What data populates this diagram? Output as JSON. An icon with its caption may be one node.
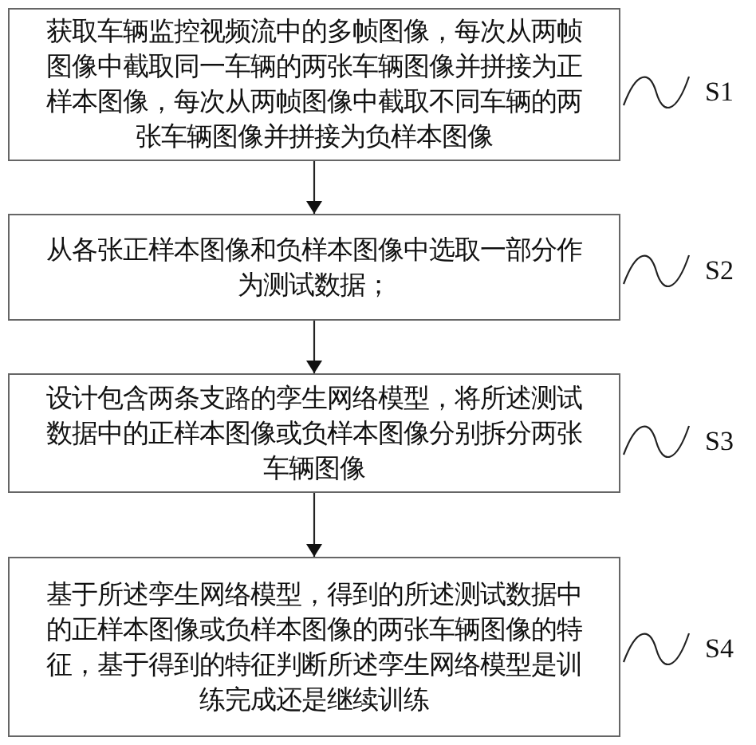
{
  "diagram": {
    "nodes": [
      {
        "text": [
          "获取车辆监控视频流中的多帧图像，每次从两帧图像中截取同一车辆的两张车辆图像并拼接为正样本图像，每次从两帧图像中截取不同车辆的两张车辆图像并拼接为负样本图像"
        ]
      },
      {
        "text": [
          "从各张正样本图像和负样本图像中选取一部分作为测试数据；"
        ]
      },
      {
        "text": [
          "设计包含两条支路的孪生网络模型，将所述测试数据中的正样本图像或负样本图像分别拆分两张车辆图像"
        ]
      },
      {
        "text": [
          "基于所述孪生网络模型，得到的所述测试数据中的正样本图像或负样本图像的两张车辆图像的特征，基于得到的特征判断所述孪生网络模型是训练完成还是继续训练"
        ]
      },
      {
        "text": [
          "S1"
        ]
      },
      {
        "text": [
          "S2"
        ]
      },
      {
        "text": [
          "S3"
        ]
      },
      {
        "text": [
          "S4"
        ]
      }
    ],
    "edges": [
      {
        "from": 0,
        "to": 1,
        "arrow": "to"
      },
      {
        "from": 1,
        "to": 2,
        "arrow": "to"
      },
      {
        "from": 2,
        "to": 3,
        "arrow": "to"
      },
      {
        "from": 4,
        "to": 0,
        "arrow": "none"
      },
      {
        "from": 5,
        "to": 1,
        "arrow": "none"
      },
      {
        "from": 6,
        "to": 2,
        "arrow": "none"
      },
      {
        "from": 7,
        "to": 3,
        "arrow": "none"
      }
    ]
  }
}
